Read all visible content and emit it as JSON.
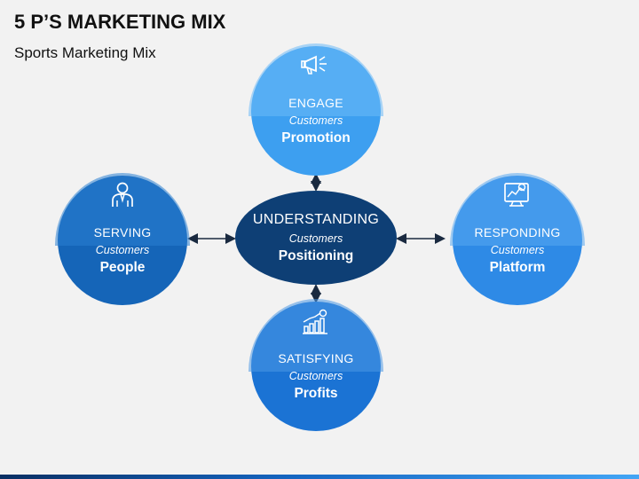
{
  "title": "5 P’S MARKETING MIX",
  "subtitle": "Sports Marketing Mix",
  "center": {
    "line1": "UNDERSTANDING",
    "line2": "Customers",
    "line3": "Positioning"
  },
  "nodes": {
    "top": {
      "line1": "ENGAGE",
      "line2": "Customers",
      "line3": "Promotion",
      "icon": "megaphone-icon",
      "color": "#3d9ff0"
    },
    "left": {
      "line1": "SERVING",
      "line2": "Customers",
      "line3": "People",
      "icon": "person-icon",
      "color": "#1565b8"
    },
    "right": {
      "line1": "RESPONDING",
      "line2": "Customers",
      "line3": "Platform",
      "icon": "analytics-icon",
      "color": "#2e8ae6"
    },
    "bottom": {
      "line1": "SATISFYING",
      "line2": "Customers",
      "line3": "Profits",
      "icon": "growth-chart-icon",
      "color": "#1b73d4"
    }
  },
  "colors": {
    "center": "#0e3f75",
    "connector": "#1a2a40"
  }
}
